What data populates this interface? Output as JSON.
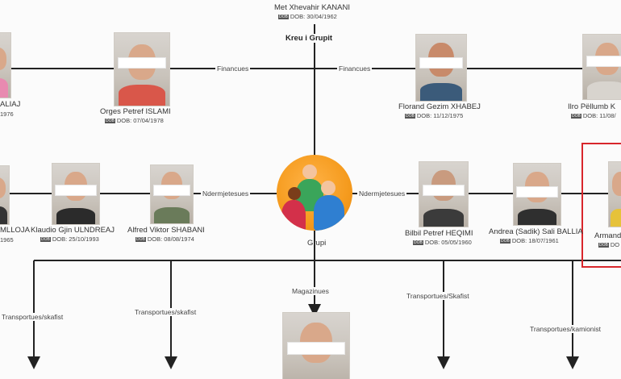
{
  "leader": {
    "name": "Met Xhevahir KANANI",
    "dob": "DOB: 30/04/1962"
  },
  "group_label": "Kreu i Grupit",
  "center_label": "Grupi",
  "relations": {
    "financues_left": "Financues",
    "financues_right": "Financues",
    "ndermjetesues_left": "Ndermjetesues",
    "ndermjetesues_right": "Ndermjetesues",
    "magazinues": "Magazinues",
    "transport_1": "Transportues/skafist",
    "transport_2": "Transportues/skafist",
    "transport_3": "Transportues/Skafist",
    "transport_4": "Transportues/kamionist"
  },
  "dob_tag": "DOB",
  "people": [
    {
      "name": "ALIAJ",
      "dob": "1976"
    },
    {
      "name": "Orges Petref ISLAMI",
      "dob": "DOB: 07/04/1978"
    },
    {
      "name": "Florand Gezim XHABEJ",
      "dob": "DOB: 11/12/1975"
    },
    {
      "name": "Ilro Pëllumb K",
      "dob": "DOB: 11/08/"
    },
    {
      "name": "MLLOJA",
      "dob": "1965"
    },
    {
      "name": "Klaudio Gjin ULNDREAJ",
      "dob": "DOB: 25/10/1993"
    },
    {
      "name": "Alfred Viktor SHABANI",
      "dob": "DOB: 08/08/1974"
    },
    {
      "name": "Bilbil Petref HEQIMI",
      "dob": "DOB: 05/05/1960"
    },
    {
      "name": "Andrea (Sadik) Sali BALLIA",
      "dob": "DOB: 18/07/1961"
    },
    {
      "name": "Armand",
      "dob": "DO"
    }
  ]
}
